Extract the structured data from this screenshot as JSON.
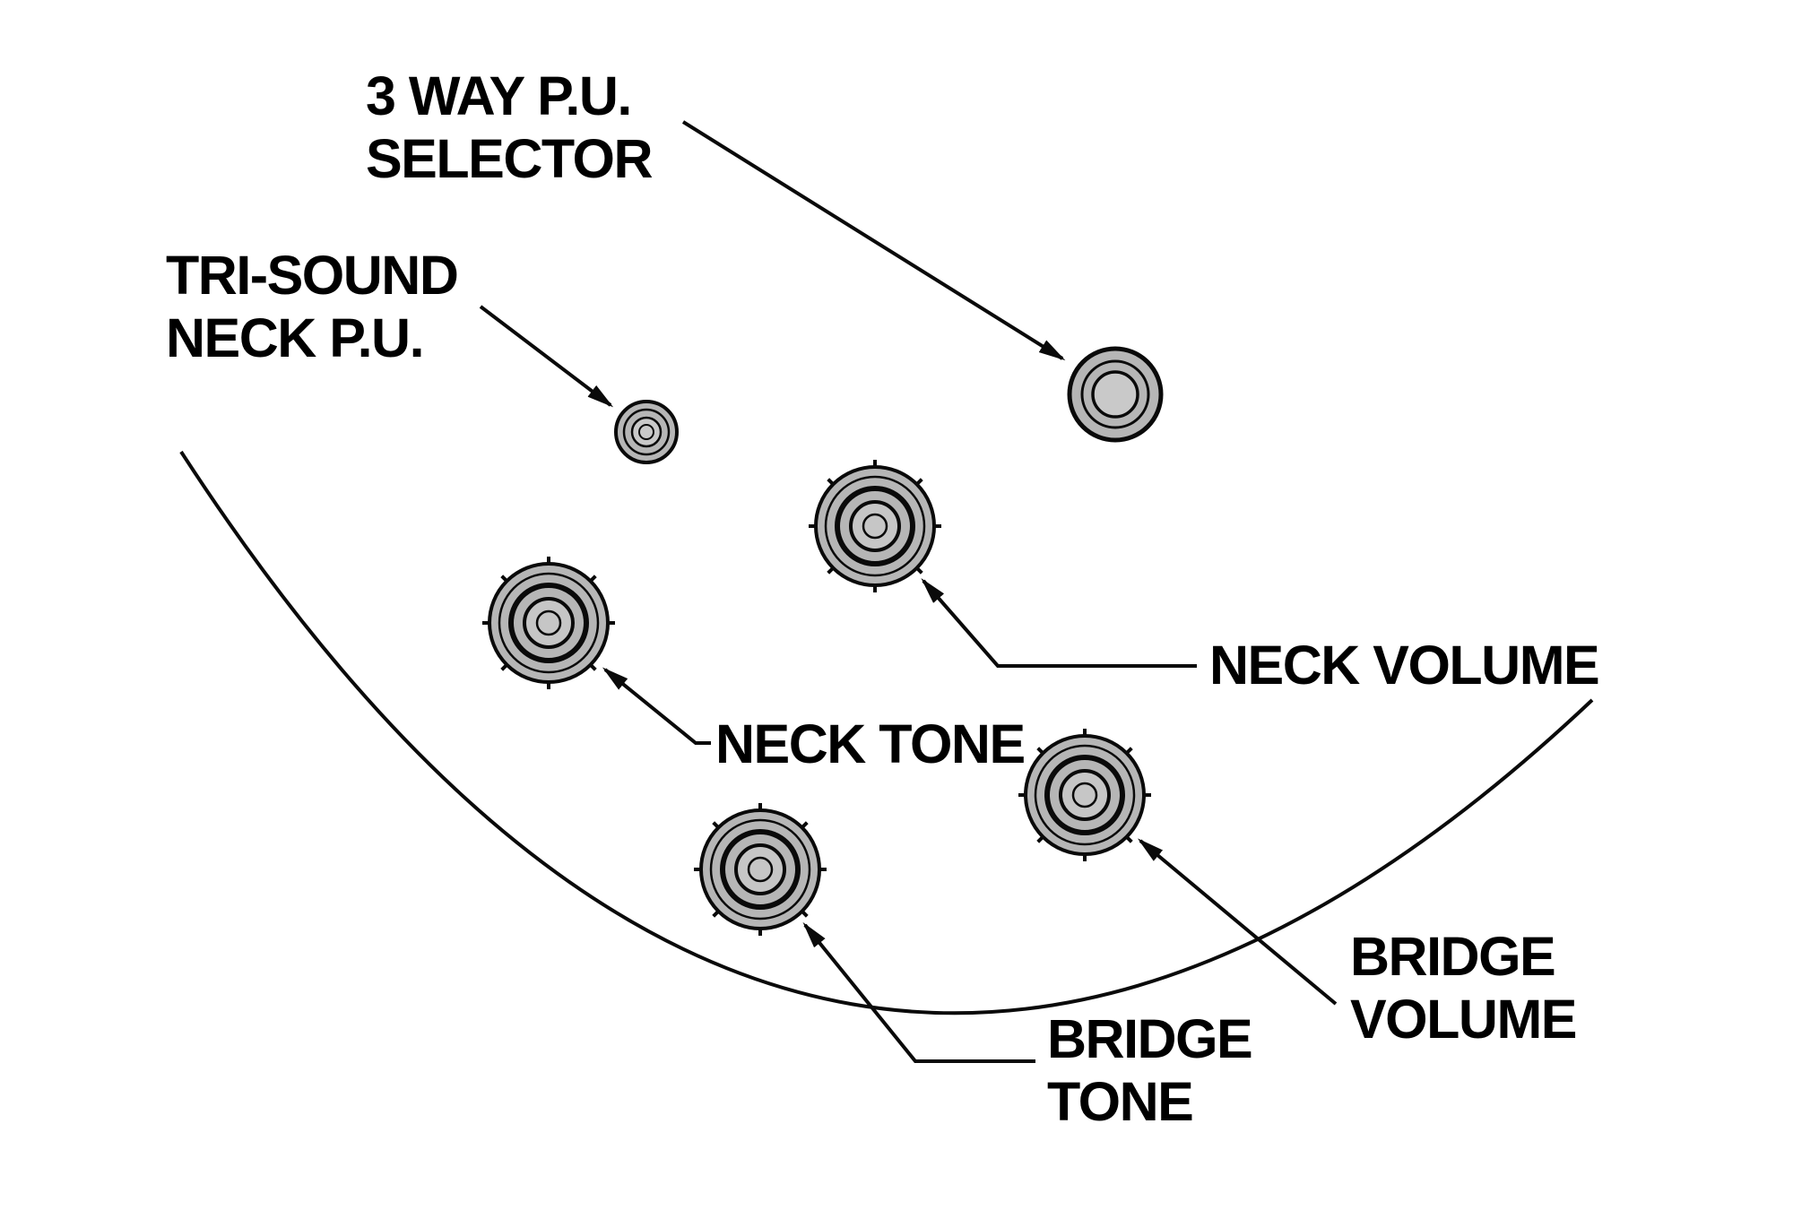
{
  "diagram": {
    "type": "guitar-controls-callout-diagram",
    "colors": {
      "background": "#ffffff",
      "line": "#0a0a0a",
      "text": "#000000",
      "knob_fill": "#b6b6b6",
      "knob_inner_fill": "#c6c6c6"
    },
    "labels": {
      "pu_selector": [
        "3 WAY P.U.",
        "SELECTOR"
      ],
      "trisound": [
        "TRI-SOUND",
        "NECK P.U."
      ],
      "neck_volume": "NECK VOLUME",
      "neck_tone": "NECK TONE",
      "bridge_volume": [
        "BRIDGE",
        "VOLUME"
      ],
      "bridge_tone": [
        "BRIDGE",
        "TONE"
      ]
    },
    "controls": [
      {
        "id": "pu-selector-switch",
        "kind": "switch"
      },
      {
        "id": "trisound-switch",
        "kind": "switch"
      },
      {
        "id": "neck-volume-knob",
        "kind": "knob"
      },
      {
        "id": "neck-tone-knob",
        "kind": "knob"
      },
      {
        "id": "bridge-volume-knob",
        "kind": "knob"
      },
      {
        "id": "bridge-tone-knob",
        "kind": "knob"
      }
    ]
  }
}
